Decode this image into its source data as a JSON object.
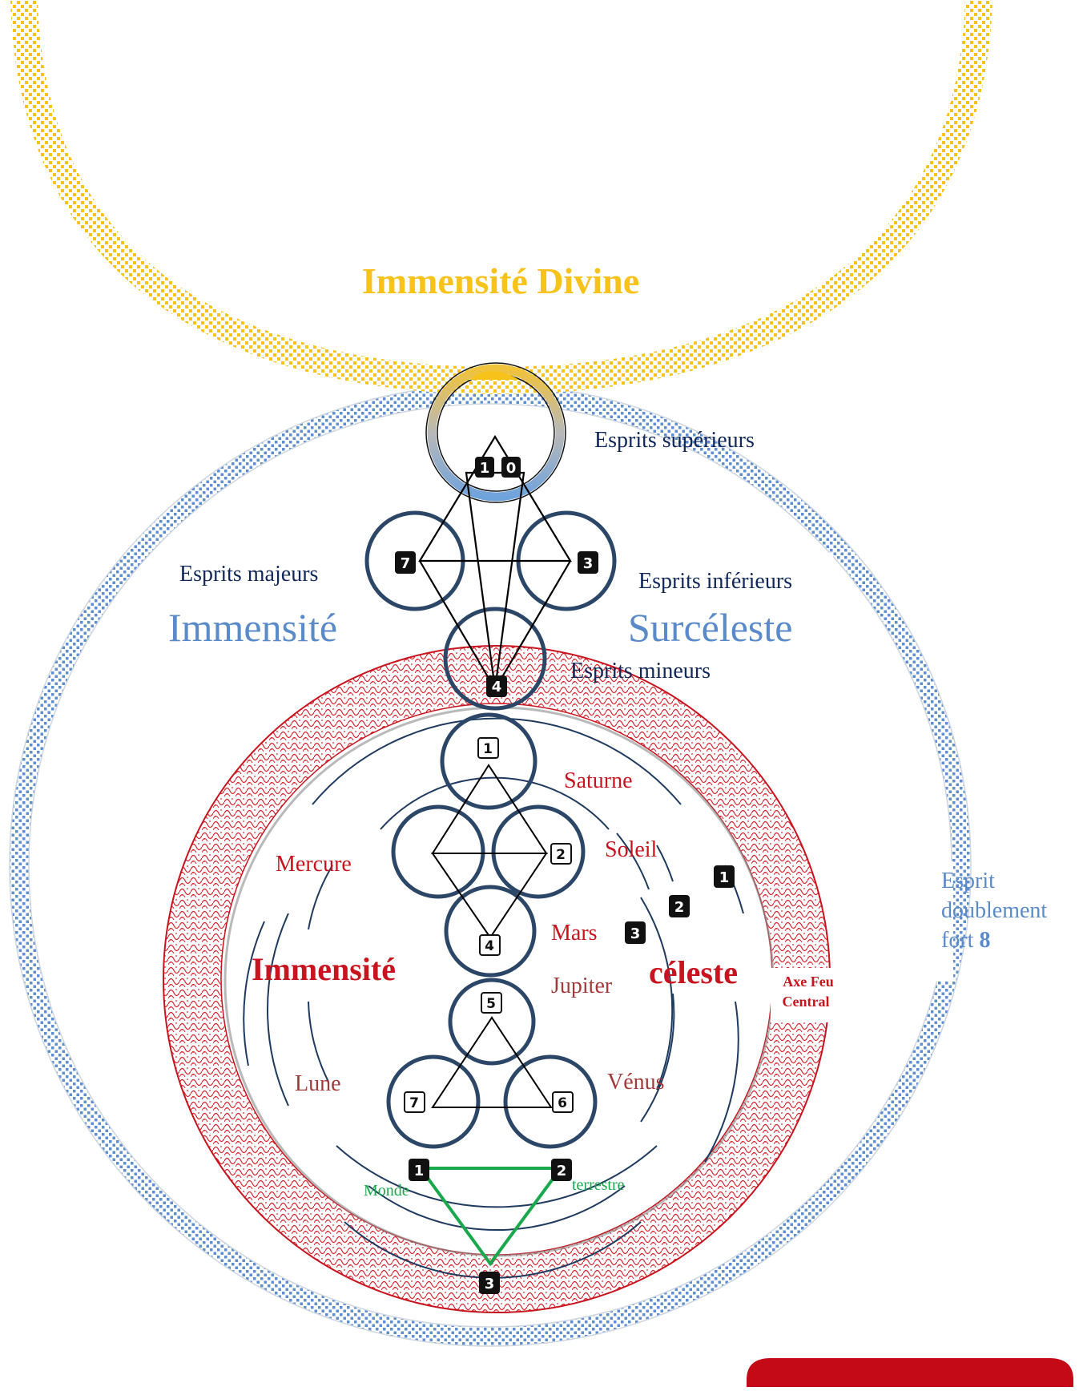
{
  "colors": {
    "gold": "#f7c21a",
    "blue_ring": "#6a9bd8",
    "red": "#c8141e",
    "navy": "#1f3a5f",
    "dark_navy": "#10275a",
    "green": "#19a84b",
    "brown_red": "#a33a3a",
    "light_blue_text": "#5b8ac9"
  },
  "labels": {
    "divine": "Immensité Divine",
    "esprits_superieurs": "Esprits supérieurs",
    "esprits_majeurs": "Esprits majeurs",
    "esprits_inferieurs": "Esprits inférieurs",
    "esprits_mineurs": "Esprits mineurs",
    "immensite_sur": "Immensité",
    "surceleste": "Surcéleste",
    "esprit_line1": "Esprit",
    "esprit_line2": "doublement",
    "esprit_line3": "fort",
    "esprit_num": "8",
    "saturne": "Saturne",
    "soleil": "Soleil",
    "mercure": "Mercure",
    "mars": "Mars",
    "jupiter": "Jupiter",
    "lune": "Lune",
    "venus": "Vénus",
    "immensite_cel": "Immensité",
    "celeste": "céleste",
    "axe_line1": "Axe Feu",
    "axe_line2": "Central",
    "monde": "Monde",
    "terrestre": "terrestre"
  },
  "badges": {
    "top_1": "1",
    "top_0": "0",
    "b7": "7",
    "b3": "3",
    "b4": "4",
    "c1": "1",
    "c2": "2",
    "c4": "4",
    "c5": "5",
    "c6": "6",
    "c7": "7",
    "r1": "1",
    "r2": "2",
    "r3": "3",
    "g1": "1",
    "g2": "2",
    "g3": "3"
  }
}
